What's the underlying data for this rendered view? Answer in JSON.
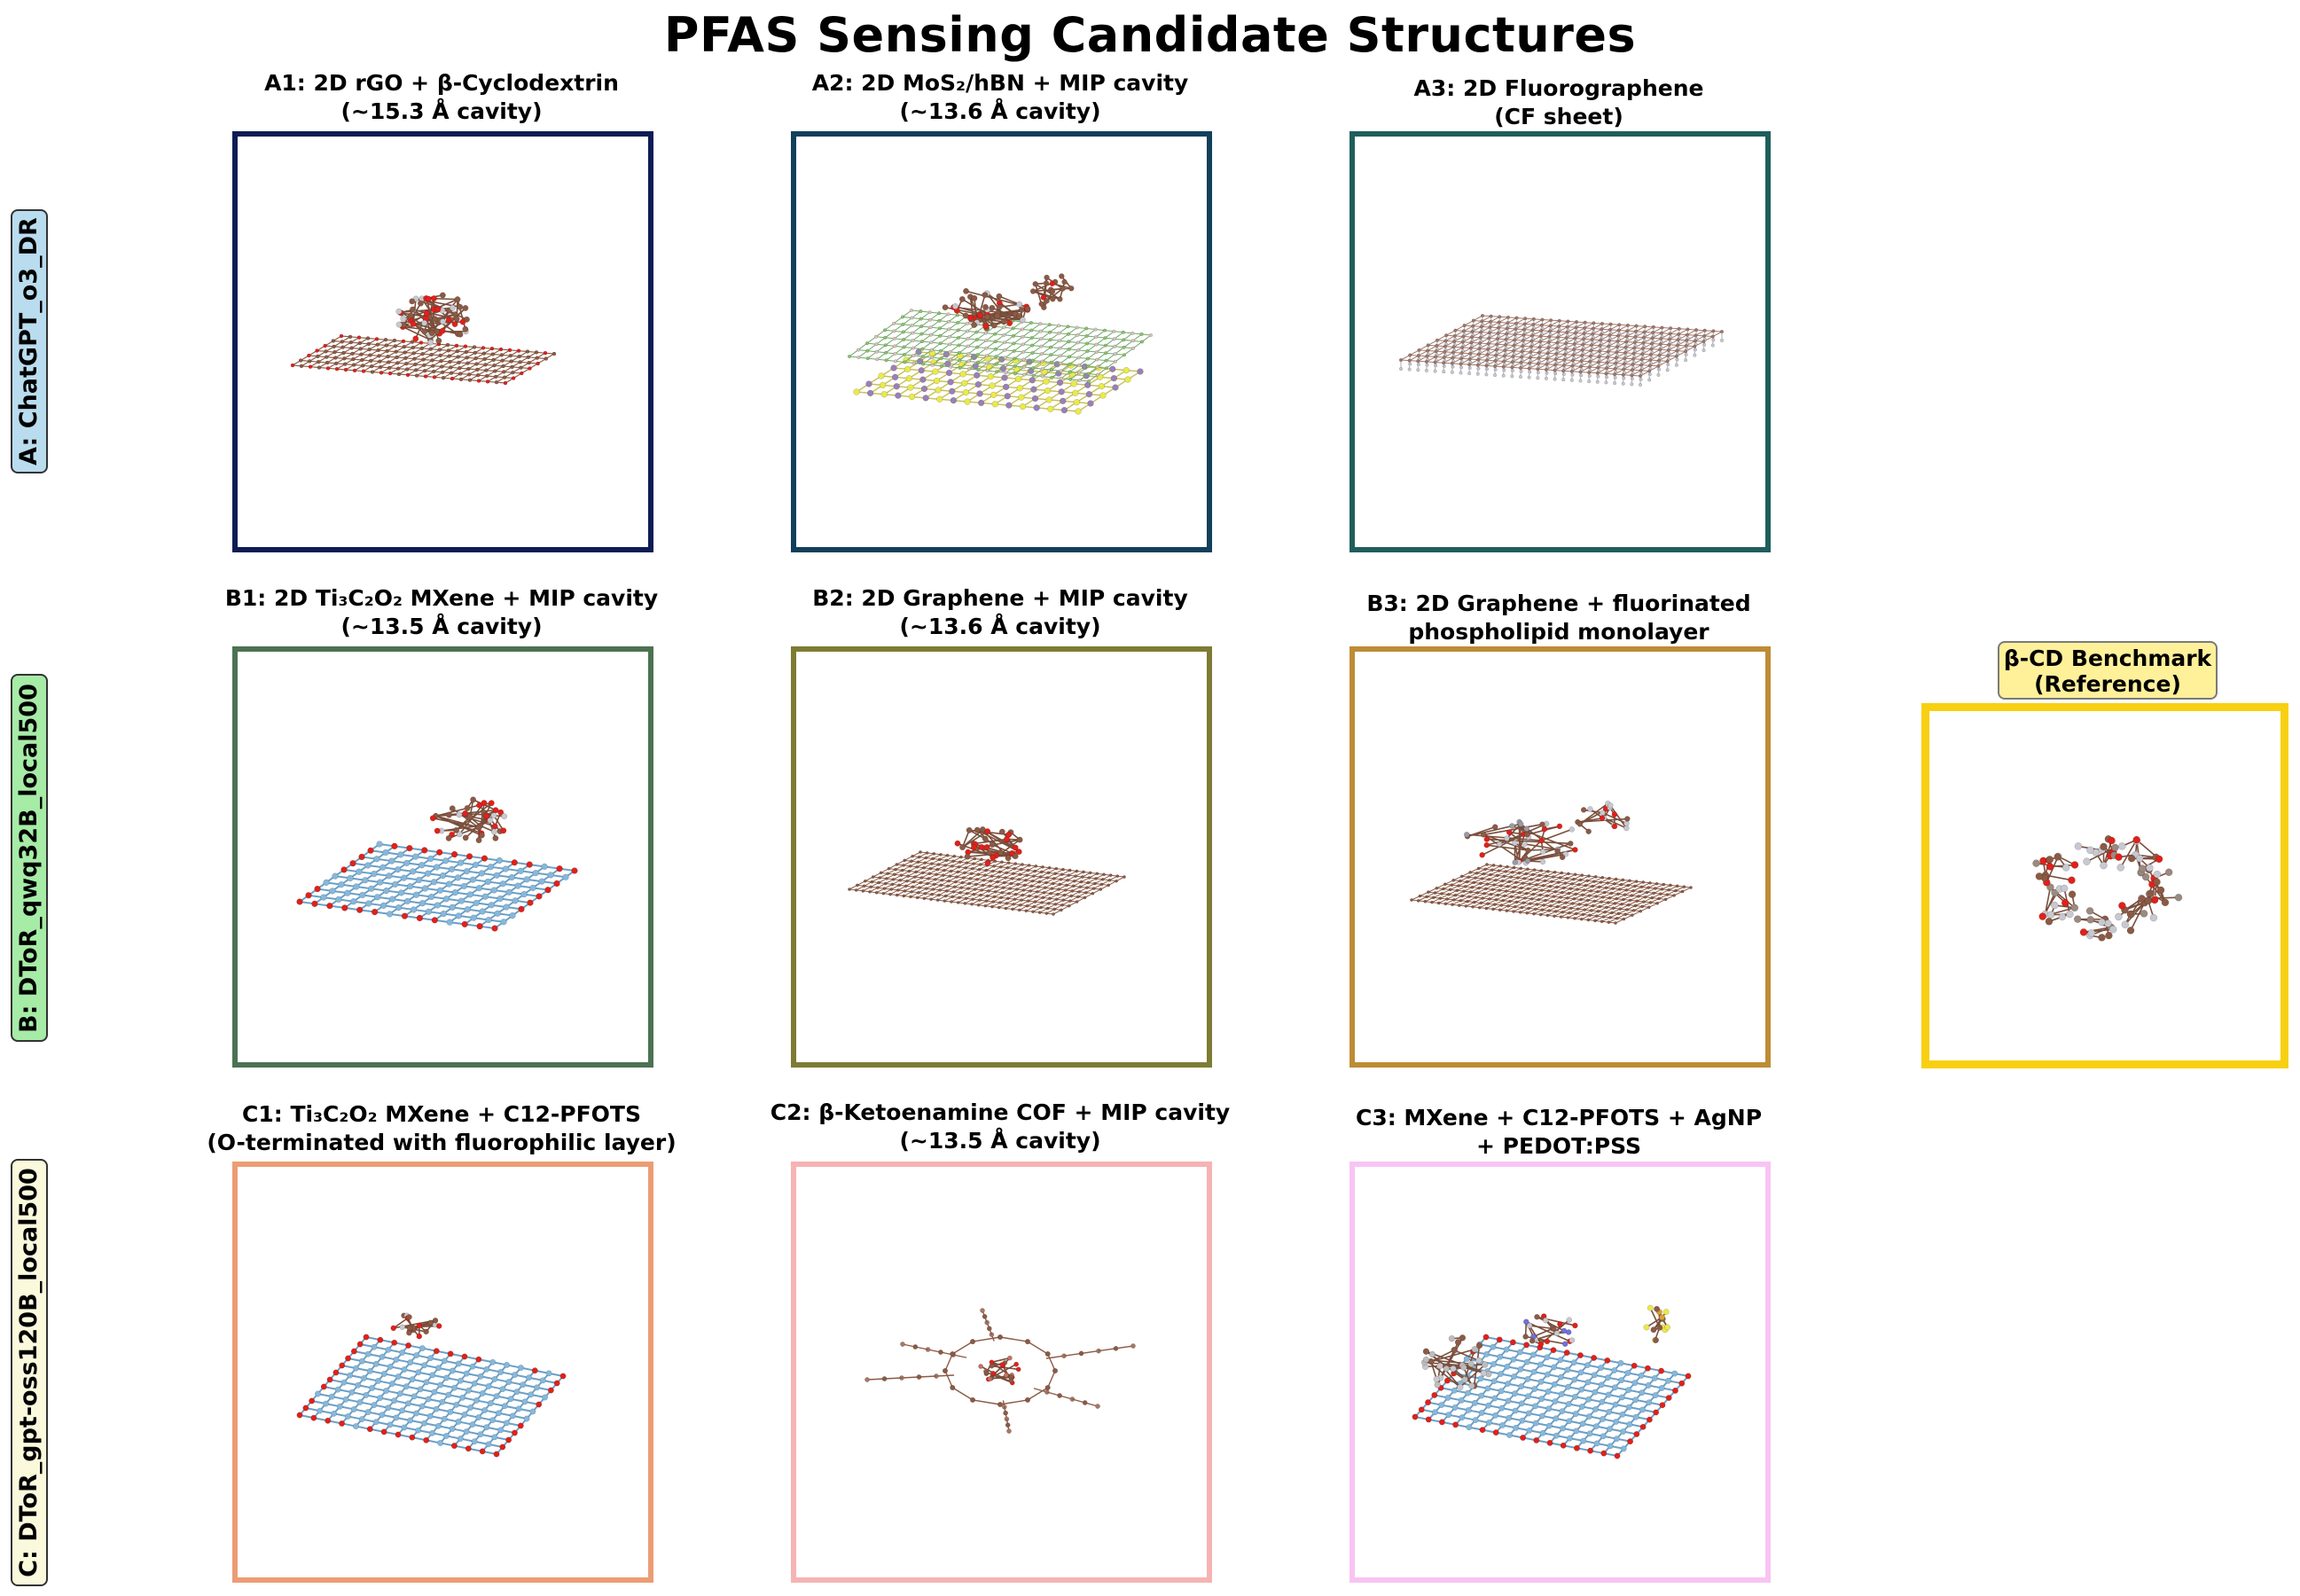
{
  "title": "PFAS Sensing Candidate Structures",
  "rows": [
    {
      "id": "A",
      "label": "A: ChatGPT_o3_DR",
      "color": "#b9dcee"
    },
    {
      "id": "B",
      "label": "B: DToR_qwq32B_local500",
      "color": "#a6eba6"
    },
    {
      "id": "C",
      "label": "C: DToR_gpt-oss120B_local500",
      "color": "#fbf9dc"
    }
  ],
  "panels": [
    {
      "id": "A1",
      "line1": "A1: 2D rGO + β-Cyclodextrin",
      "line2": "(~15.3 Å cavity)",
      "border_color": "#0e1c55",
      "icon": "rgo-cyclodextrin-structure-icon"
    },
    {
      "id": "A2",
      "line1": "A2: 2D MoS₂/hBN + MIP cavity",
      "line2": "(~13.6 Å cavity)",
      "border_color": "#123f5a",
      "icon": "mos2-hbn-structure-icon"
    },
    {
      "id": "A3",
      "line1": "A3: 2D Fluorographene",
      "line2": "(CF sheet)",
      "border_color": "#1f5e5c",
      "icon": "fluorographene-structure-icon"
    },
    {
      "id": "B1",
      "line1": "B1: 2D Ti₃C₂O₂ MXene + MIP cavity",
      "line2": "(~13.5 Å cavity)",
      "border_color": "#4c7252",
      "icon": "mxene-mip-structure-icon"
    },
    {
      "id": "B2",
      "line1": "B2: 2D Graphene + MIP cavity",
      "line2": "(~13.6 Å cavity)",
      "border_color": "#7d7c34",
      "icon": "graphene-mip-structure-icon"
    },
    {
      "id": "B3",
      "line1": "B3: 2D Graphene + fluorinated",
      "line2": "phospholipid monolayer",
      "border_color": "#bd8c36",
      "icon": "graphene-phospholipid-structure-icon"
    },
    {
      "id": "C1",
      "line1": "C1: Ti₃C₂O₂ MXene + C12-PFOTS",
      "line2": "(O-terminated with fluorophilic layer)",
      "border_color": "#eb9d74",
      "icon": "mxene-pfots-structure-icon"
    },
    {
      "id": "C2",
      "line1": "C2: β-Ketoenamine COF + MIP cavity",
      "line2": "(~13.5 Å cavity)",
      "border_color": "#f6b3b3",
      "icon": "cof-mip-structure-icon"
    },
    {
      "id": "C3",
      "line1": "C3: MXene + C12-PFOTS + AgNP",
      "line2": "+ PEDOT:PSS",
      "border_color": "#f8c4f3",
      "icon": "mxene-agnp-pedot-structure-icon"
    }
  ],
  "benchmark": {
    "line1": "β-CD Benchmark",
    "line2": "(Reference)",
    "border_color": "#f8d012",
    "label_bg": "#fff09a",
    "icon": "beta-cyclodextrin-structure-icon"
  },
  "atom_colors": {
    "carbon": "#8b5a45",
    "oxygen": "#e0211b",
    "hydrogen": "#c8c8d0",
    "sulfur": "#eaea4a",
    "titanium": "#86b8dc",
    "nitrogen": "#7070d8",
    "boron": "#ff9a9a",
    "fluorine": "#8ec16a"
  }
}
